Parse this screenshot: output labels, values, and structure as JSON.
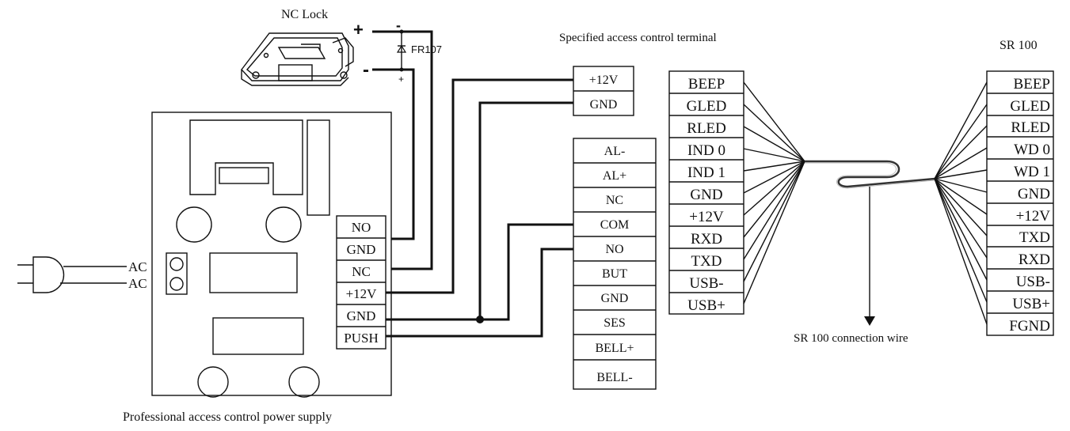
{
  "labels": {
    "lock": "NC Lock",
    "diode": "FR107",
    "plus": "+",
    "minus": "-",
    "plus_small": "+",
    "minus_small": "-",
    "terminal_title": "Specified access control terminal",
    "sr100_title": "SR 100",
    "power_supply": "Professional access control power supply",
    "wire": "SR 100 connection wire",
    "ac": [
      "AC",
      "AC"
    ]
  },
  "psu_terminals": [
    "NO",
    "GND",
    "NC",
    "+12V",
    "GND",
    "PUSH"
  ],
  "terminal_power": [
    "+12V",
    "GND"
  ],
  "terminal_block": [
    "AL-",
    "AL+",
    "NC",
    "COM",
    "NO",
    "BUT",
    "GND",
    "SES",
    "BELL+",
    "BELL-"
  ],
  "reader_pins": [
    "BEEP",
    "GLED",
    "RLED",
    "IND 0",
    "IND 1",
    "GND",
    "+12V",
    "RXD",
    "TXD",
    "USB-",
    "USB+"
  ],
  "sr100_pins": [
    "BEEP",
    "GLED",
    "RLED",
    "WD 0",
    "WD 1",
    "GND",
    "+12V",
    "TXD",
    "RXD",
    "USB-",
    "USB+",
    "FGND"
  ]
}
